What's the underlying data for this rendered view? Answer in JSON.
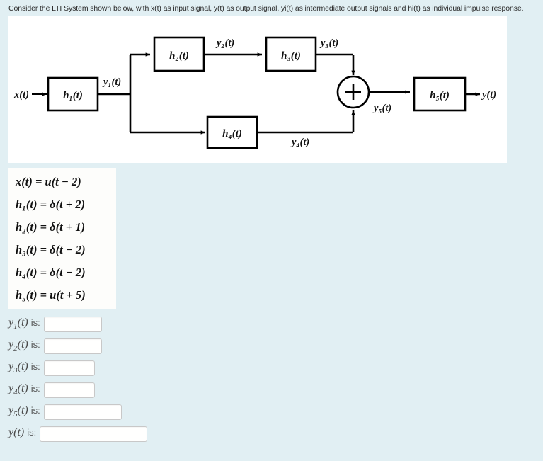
{
  "prompt": {
    "text": "Consider the LTI System shown below, with x(t) as input signal, y(t) as output signal, yi(t) as intermediate output signals and hi(t) as individual impulse response."
  },
  "diagram": {
    "type": "lti-block-diagram",
    "input_label": "x(t)",
    "output_label": "y(t)",
    "blocks": [
      {
        "id": "h1",
        "label": "h₁(t)"
      },
      {
        "id": "h2",
        "label": "h₂(t)"
      },
      {
        "id": "h3",
        "label": "h₃(t)"
      },
      {
        "id": "h4",
        "label": "h₄(t)"
      },
      {
        "id": "h5",
        "label": "h₅(t)"
      }
    ],
    "signal_labels": [
      {
        "id": "y1",
        "label": "y₁(t)"
      },
      {
        "id": "y2",
        "label": "y₂(t)"
      },
      {
        "id": "y3",
        "label": "y₃(t)"
      },
      {
        "id": "y4",
        "label": "y₄(t)"
      },
      {
        "id": "y5",
        "label": "y₅(t)"
      }
    ],
    "adder_symbol": "+",
    "line_color": "#000000",
    "panel_color": "#ffffff"
  },
  "equations": {
    "lines": [
      "x(t) = u(t − 2)",
      "h₁(t) = δ(t + 2)",
      "h₂(t) = δ(t + 1)",
      "h₃(t) =  δ(t − 2)",
      "h₄(t) = δ(t − 2)",
      "h₅(t) = u(t + 5)"
    ]
  },
  "answers": {
    "is_word": "is:",
    "rows": [
      {
        "id": "y1",
        "var": "y",
        "sub": "1",
        "suffix": "(t)",
        "value": "",
        "placeholder": "",
        "width": 82
      },
      {
        "id": "y2",
        "var": "y",
        "sub": "2",
        "suffix": "(t)",
        "value": "",
        "placeholder": "",
        "width": 82
      },
      {
        "id": "y3",
        "var": "y",
        "sub": "3",
        "suffix": "(t)",
        "value": "",
        "placeholder": "",
        "width": 72
      },
      {
        "id": "y4",
        "var": "y",
        "sub": "4",
        "suffix": "(t)",
        "value": "",
        "placeholder": "",
        "width": 72
      },
      {
        "id": "y5",
        "var": "y",
        "sub": "5",
        "suffix": "(t)",
        "value": "",
        "placeholder": "",
        "width": 110
      },
      {
        "id": "y",
        "var": "y",
        "sub": "",
        "suffix": "(t)",
        "value": "",
        "placeholder": "",
        "width": 152
      }
    ]
  },
  "colors": {
    "page_background": "#e1eff3",
    "panel_background": "#ffffff",
    "text": "#2b2b2b",
    "label_text": "#4a4a4a",
    "input_border": "#c8c8c8"
  }
}
